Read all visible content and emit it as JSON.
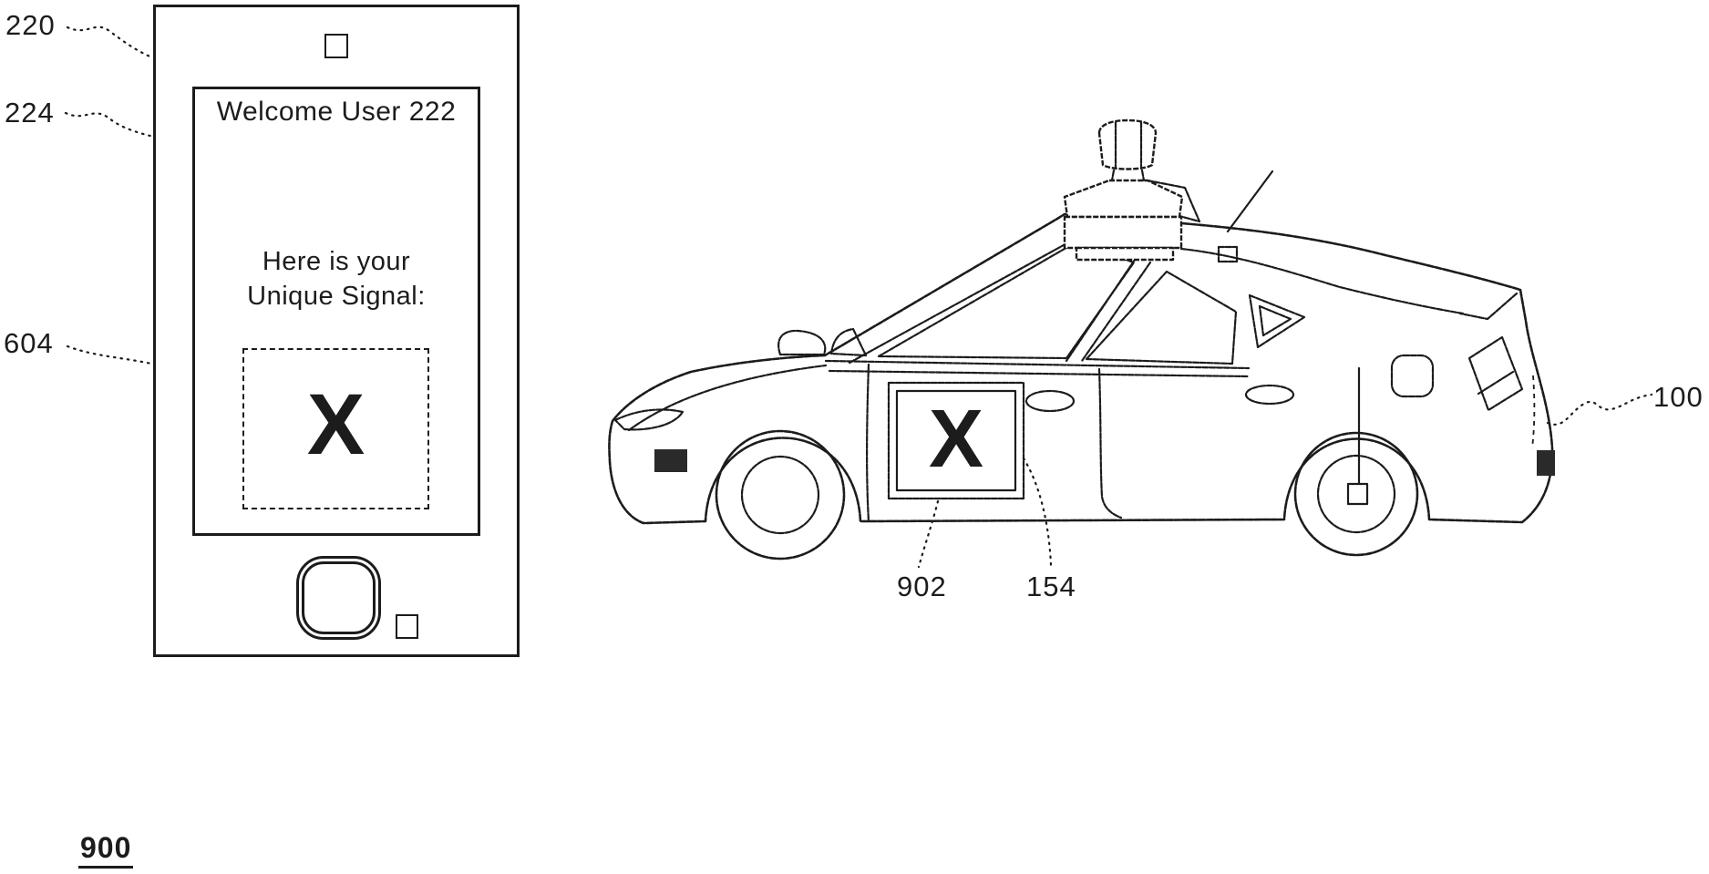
{
  "figure_label": "900",
  "colors": {
    "line": "#1c1c1c",
    "background": "#ffffff"
  },
  "phone": {
    "ref_device": "220",
    "ref_screen": "224",
    "ref_signal_box": "604",
    "welcome_text": "Welcome User 222",
    "caption_line1": "Here is your",
    "caption_line2": "Unique Signal:",
    "signal_glyph": "X"
  },
  "vehicle": {
    "ref_vehicle": "100",
    "ref_signal": "902",
    "ref_display": "154",
    "display_glyph": "X"
  }
}
